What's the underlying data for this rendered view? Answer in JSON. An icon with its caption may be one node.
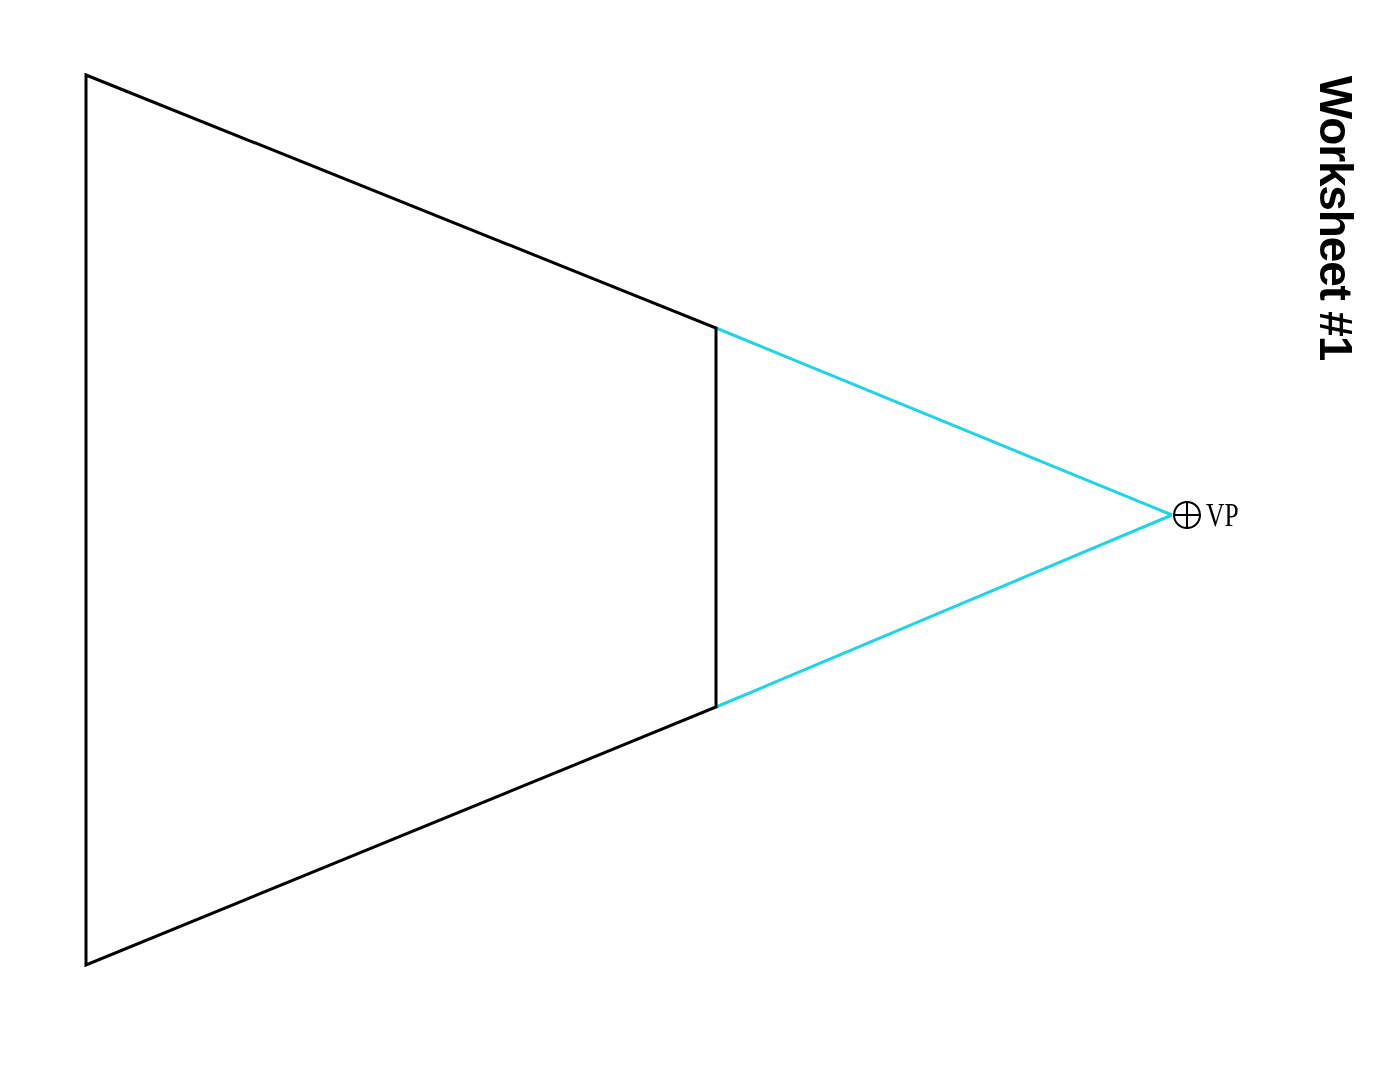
{
  "diagram": {
    "title": "Worksheet #1",
    "nodes": [
      {
        "text": [],
        "shape": "trapezoid"
      },
      {
        "text": [
          "VP"
        ]
      }
    ],
    "edges": [
      {
        "from": 0,
        "to": 1,
        "arrow": "none"
      },
      {
        "from": 0,
        "to": 1,
        "arrow": "none"
      }
    ]
  }
}
